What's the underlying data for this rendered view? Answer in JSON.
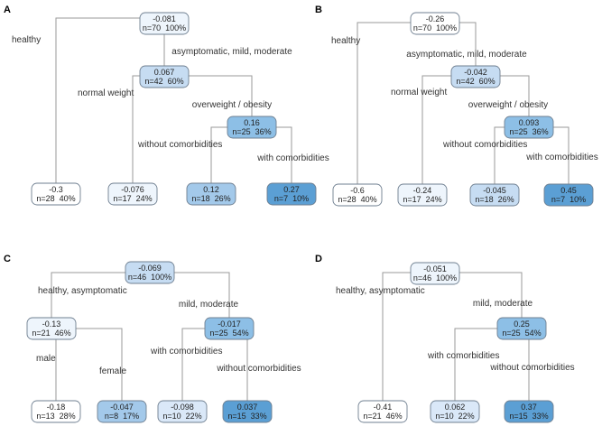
{
  "colors": {
    "c0": "#ffffff",
    "c1": "#eef5fc",
    "c2": "#dae8f8",
    "c3": "#c6dcf2",
    "c4": "#a3c9ea",
    "c5": "#8dbfe6",
    "c6": "#5b9fd4",
    "edge": "#9a9a9a",
    "border": "#6f7f90"
  },
  "panels": [
    {
      "letter": "A",
      "nodes": [
        {
          "id": "root",
          "value": "-0.081",
          "stats": "n=70  100%",
          "color": "c1"
        },
        {
          "id": "n2",
          "value": "0.067",
          "stats": "n=42  60%",
          "color": "c3"
        },
        {
          "id": "n3",
          "value": "0.16",
          "stats": "n=25  36%",
          "color": "c5"
        },
        {
          "id": "l1",
          "value": "-0.3",
          "stats": "n=28  40%",
          "color": "c0"
        },
        {
          "id": "l2",
          "value": "-0.076",
          "stats": "n=17  24%",
          "color": "c1"
        },
        {
          "id": "l3",
          "value": "0.12",
          "stats": "n=18  26%",
          "color": "c4"
        },
        {
          "id": "l4",
          "value": "0.27",
          "stats": "n=7  10%",
          "color": "c6"
        }
      ],
      "labels": [
        {
          "id": "s1l",
          "text": "healthy"
        },
        {
          "id": "s1r",
          "text": "asymptomatic, mild, moderate"
        },
        {
          "id": "s2l",
          "text": "normal weight"
        },
        {
          "id": "s2r",
          "text": "overweight / obesity"
        },
        {
          "id": "s3l",
          "text": "without comorbidities"
        },
        {
          "id": "s3r",
          "text": "with comorbidities"
        }
      ]
    },
    {
      "letter": "B",
      "nodes": [
        {
          "id": "root",
          "value": "-0.26",
          "stats": "n=70  100%",
          "color": "c0"
        },
        {
          "id": "n2",
          "value": "-0.042",
          "stats": "n=42  60%",
          "color": "c3"
        },
        {
          "id": "n3",
          "value": "0.093",
          "stats": "n=25  36%",
          "color": "c5"
        },
        {
          "id": "l1",
          "value": "-0.6",
          "stats": "n=28  40%",
          "color": "c0"
        },
        {
          "id": "l2",
          "value": "-0.24",
          "stats": "n=17  24%",
          "color": "c1"
        },
        {
          "id": "l3",
          "value": "-0.045",
          "stats": "n=18  26%",
          "color": "c3"
        },
        {
          "id": "l4",
          "value": "0.45",
          "stats": "n=7  10%",
          "color": "c6"
        }
      ],
      "labels": [
        {
          "id": "s1l",
          "text": "healthy"
        },
        {
          "id": "s1r",
          "text": "asymptomatic, mild, moderate"
        },
        {
          "id": "s2l",
          "text": "normal weight"
        },
        {
          "id": "s2r",
          "text": "overweight / obesity"
        },
        {
          "id": "s3l",
          "text": "without comorbidities"
        },
        {
          "id": "s3r",
          "text": "with comorbidities"
        }
      ]
    },
    {
      "letter": "C",
      "nodes": [
        {
          "id": "root",
          "value": "-0.069",
          "stats": "n=46  100%",
          "color": "c3"
        },
        {
          "id": "n2",
          "value": "-0.13",
          "stats": "n=21  46%",
          "color": "c1"
        },
        {
          "id": "n3",
          "value": "-0.017",
          "stats": "n=25  54%",
          "color": "c5"
        },
        {
          "id": "l1",
          "value": "-0.18",
          "stats": "n=13  28%",
          "color": "c0"
        },
        {
          "id": "l2",
          "value": "-0.047",
          "stats": "n=8  17%",
          "color": "c4"
        },
        {
          "id": "l3",
          "value": "-0.098",
          "stats": "n=10  22%",
          "color": "c2"
        },
        {
          "id": "l4",
          "value": "0.037",
          "stats": "n=15  33%",
          "color": "c6"
        }
      ],
      "labels": [
        {
          "id": "s1l",
          "text": "healthy, asymptomatic"
        },
        {
          "id": "s1r",
          "text": "mild, moderate"
        },
        {
          "id": "s2l",
          "text": "male"
        },
        {
          "id": "s2r",
          "text": "female"
        },
        {
          "id": "s3l",
          "text": "with comorbidities"
        },
        {
          "id": "s3r",
          "text": "without comorbidities"
        }
      ]
    },
    {
      "letter": "D",
      "nodes": [
        {
          "id": "root",
          "value": "-0.051",
          "stats": "n=46  100%",
          "color": "c1"
        },
        {
          "id": "n2",
          "value": "0.25",
          "stats": "n=25  54%",
          "color": "c5"
        },
        {
          "id": "l1",
          "value": "-0.41",
          "stats": "n=21  46%",
          "color": "c0"
        },
        {
          "id": "l3",
          "value": "0.062",
          "stats": "n=10  22%",
          "color": "c2"
        },
        {
          "id": "l4",
          "value": "0.37",
          "stats": "n=15  33%",
          "color": "c6"
        }
      ],
      "labels": [
        {
          "id": "s1l",
          "text": "healthy, asymptomatic"
        },
        {
          "id": "s1r",
          "text": "mild, moderate"
        },
        {
          "id": "s3l",
          "text": "with comorbidities"
        },
        {
          "id": "s3r",
          "text": "without comorbidities"
        }
      ]
    }
  ]
}
